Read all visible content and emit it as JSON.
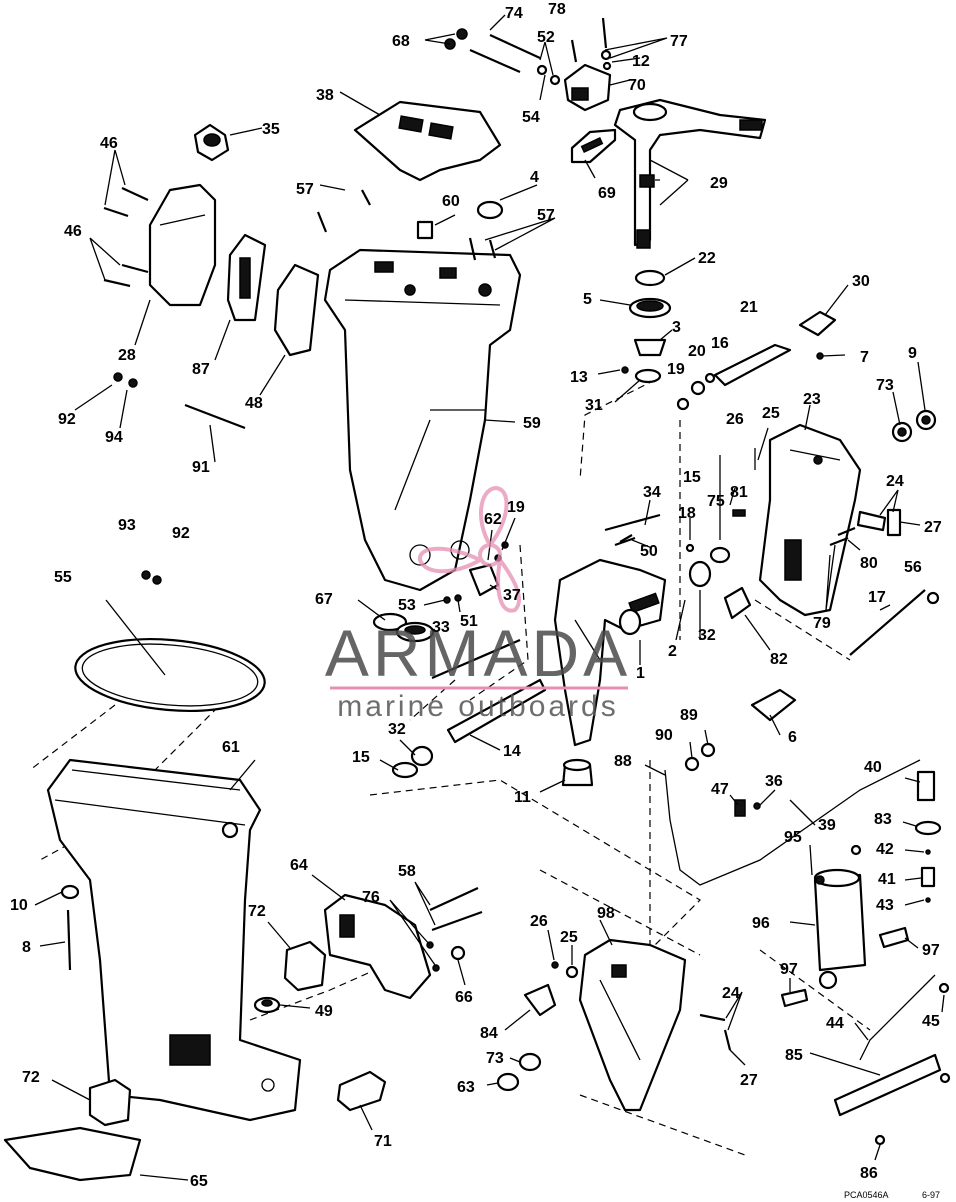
{
  "labels": {
    "p1": "1",
    "p2": "2",
    "p3": "3",
    "p4": "4",
    "p5": "5",
    "p6": "6",
    "p7": "7",
    "p8": "8",
    "p9": "9",
    "p10": "10",
    "p11": "11",
    "p12": "12",
    "p13": "13",
    "p14": "14",
    "p15a": "15",
    "p15b": "15",
    "p16": "16",
    "p17": "17",
    "p18": "18",
    "p19a": "19",
    "p19b": "19",
    "p20": "20",
    "p21": "21",
    "p22": "22",
    "p23": "23",
    "p24a": "24",
    "p24b": "24",
    "p25a": "25",
    "p25b": "25",
    "p26a": "26",
    "p26b": "26",
    "p27a": "27",
    "p27b": "27",
    "p28": "28",
    "p29": "29",
    "p30": "30",
    "p31": "31",
    "p32a": "32",
    "p32b": "32",
    "p33": "33",
    "p34": "34",
    "p35": "35",
    "p36": "36",
    "p37": "37",
    "p38": "38",
    "p39": "39",
    "p40": "40",
    "p41": "41",
    "p42": "42",
    "p43": "43",
    "p44": "44",
    "p45": "45",
    "p46a": "46",
    "p46b": "46",
    "p47": "47",
    "p48": "48",
    "p49": "49",
    "p50": "50",
    "p51": "51",
    "p52": "52",
    "p53": "53",
    "p54": "54",
    "p55": "55",
    "p56": "56",
    "p57a": "57",
    "p57b": "57",
    "p58": "58",
    "p59": "59",
    "p60": "60",
    "p61": "61",
    "p62": "62",
    "p63": "63",
    "p64": "64",
    "p65": "65",
    "p66": "66",
    "p67": "67",
    "p68": "68",
    "p69": "69",
    "p70": "70",
    "p71": "71",
    "p72a": "72",
    "p72b": "72",
    "p73a": "73",
    "p73b": "73",
    "p74": "74",
    "p75": "75",
    "p76": "76",
    "p77": "77",
    "p78": "78",
    "p79": "79",
    "p80": "80",
    "p81": "81",
    "p82": "82",
    "p83": "83",
    "p84": "84",
    "p85": "85",
    "p86": "86",
    "p87": "87",
    "p88": "88",
    "p89": "89",
    "p90": "90",
    "p91": "91",
    "p92a": "92",
    "p92b": "92",
    "p93": "93",
    "p94": "94",
    "p95": "95",
    "p96": "96",
    "p97a": "97",
    "p97b": "97",
    "p98": "98"
  },
  "watermark": {
    "brand": "ARMADA",
    "tagline": "marine outboards",
    "brand_color": "#4a4a4a",
    "accent_color": "#e58fb4"
  },
  "drawing_code": "PCA0546A",
  "drawing_date": "6-97"
}
